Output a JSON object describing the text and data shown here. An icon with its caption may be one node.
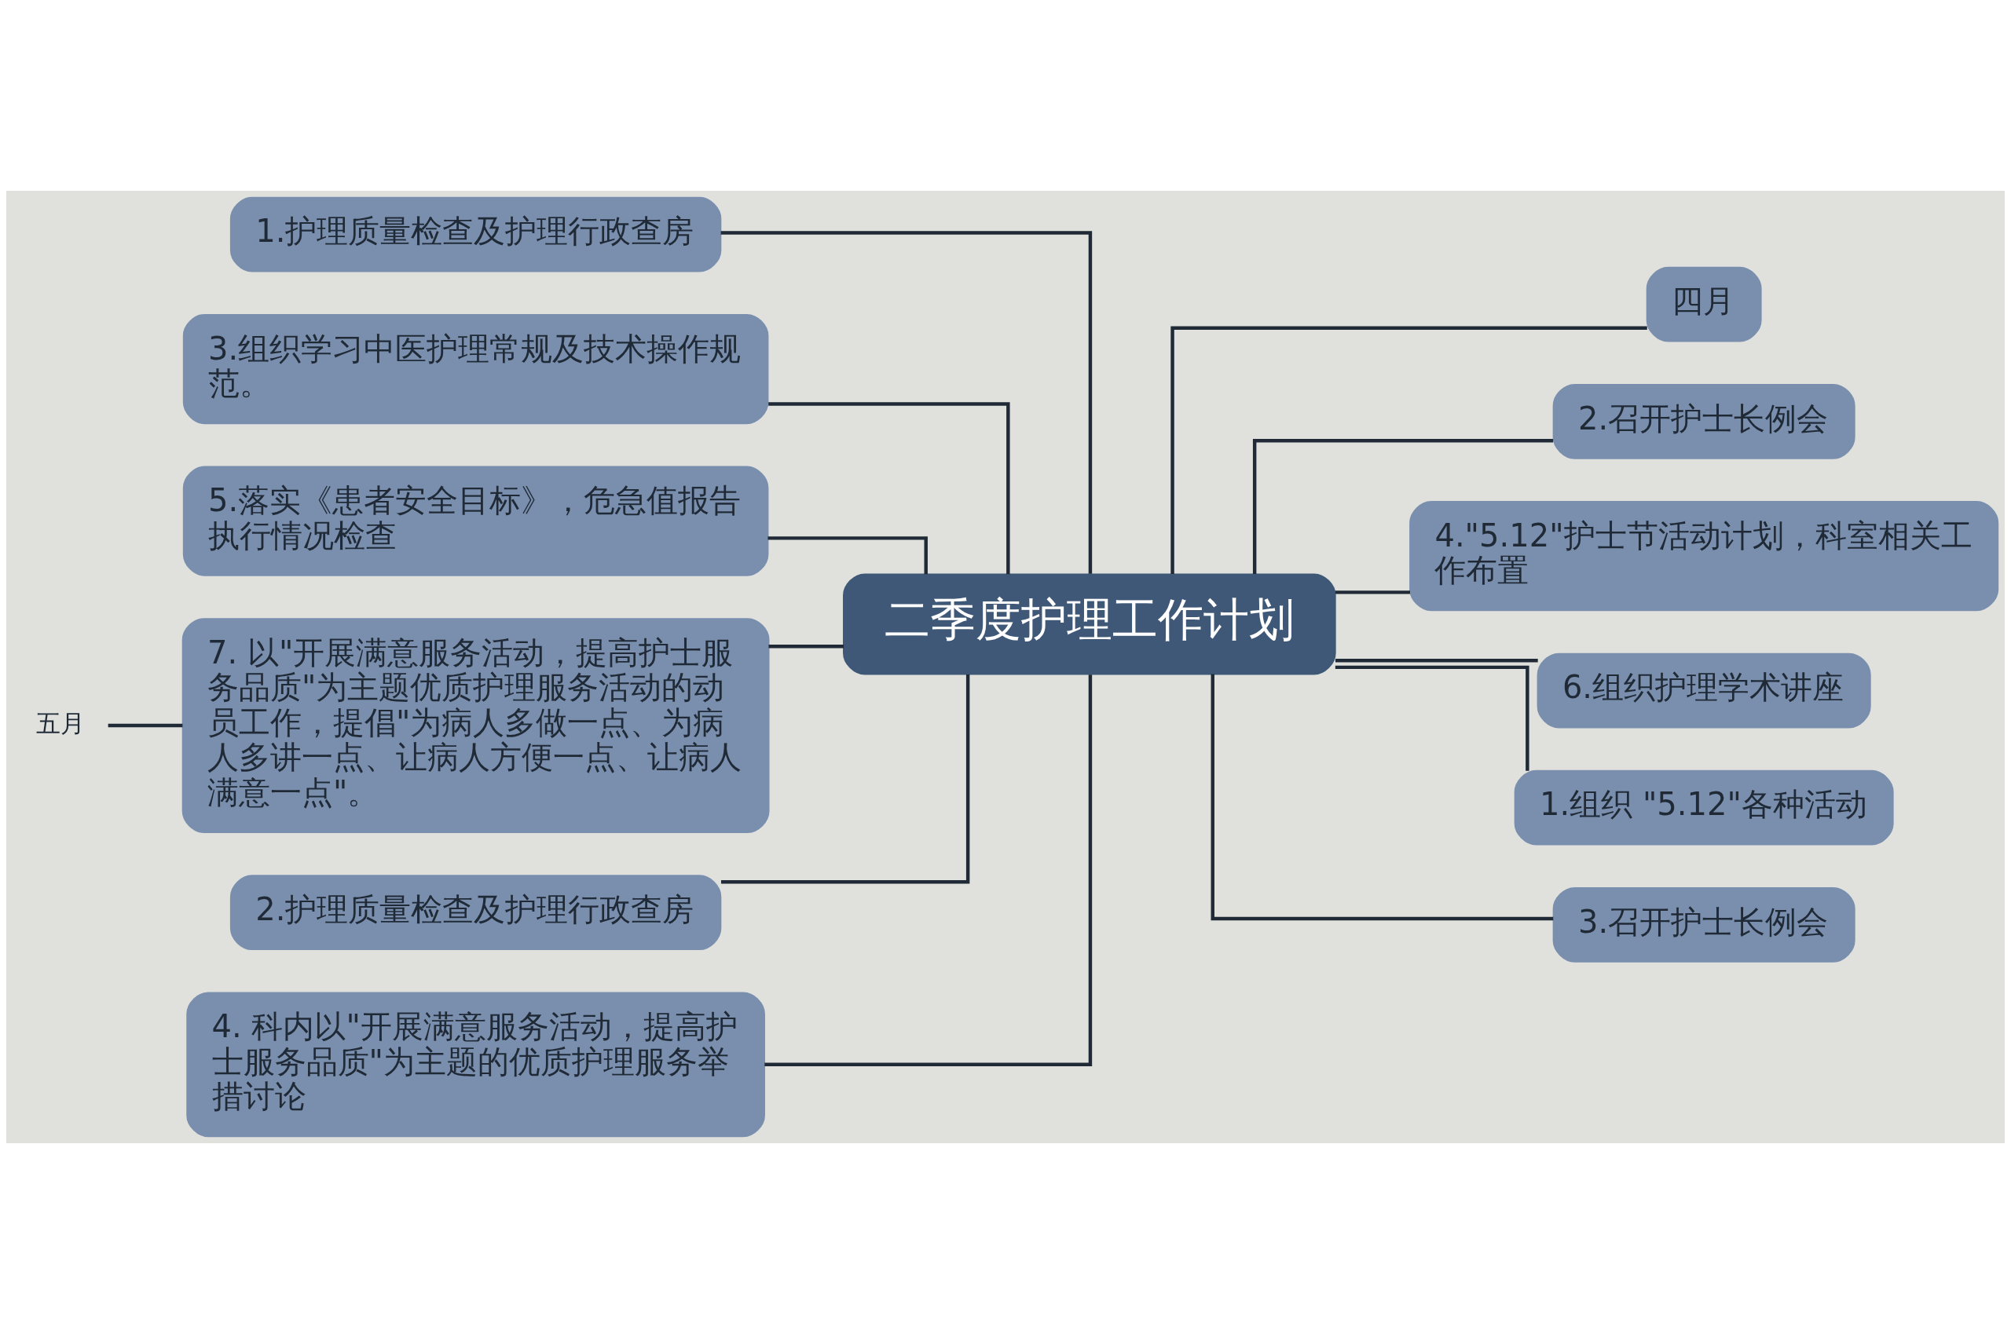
{
  "diagram": {
    "nodes": [
      {
        "text": [
          "二季度护理工作计划"
        ]
      },
      {
        "text": [
          "1.护理质量检查及护理行政查房"
        ]
      },
      {
        "text": [
          "3.组织学习中医护理常规及技术操作规范。"
        ]
      },
      {
        "text": [
          "5.落实《患者安全目标》，危急值报告执行情况检查"
        ]
      },
      {
        "text": [
          "7. 以\"开展满意服务活动，提高护士服务品质\"为主题优质护理服务活动的动员工作，提倡\"为病人多做一点、为病人多讲一点、让病人方便一点、让病人满意一点\"。"
        ]
      },
      {
        "text": [
          "2.护理质量检查及护理行政查房"
        ]
      },
      {
        "text": [
          "4. 科内以\"开展满意服务活动，提高护士服务品质\"为主题的优质护理服务举措讨论"
        ]
      },
      {
        "text": [
          "五月"
        ]
      },
      {
        "text": [
          "四月"
        ]
      },
      {
        "text": [
          "2.召开护士长例会"
        ]
      },
      {
        "text": [
          "4.\"5.12\"护士节活动计划，科室相关工作布置"
        ]
      },
      {
        "text": [
          "6.组织护理学术讲座"
        ]
      },
      {
        "text": [
          "1.组织 \"5.12\"各种活动"
        ]
      },
      {
        "text": [
          "3.召开护士长例会"
        ]
      }
    ],
    "edges": [
      {
        "from": 1,
        "to": 0,
        "arrow": "none"
      },
      {
        "from": 2,
        "to": 0,
        "arrow": "none"
      },
      {
        "from": 3,
        "to": 0,
        "arrow": "none"
      },
      {
        "from": 4,
        "to": 0,
        "arrow": "none"
      },
      {
        "from": 5,
        "to": 0,
        "arrow": "none"
      },
      {
        "from": 6,
        "to": 0,
        "arrow": "none"
      },
      {
        "from": 7,
        "to": 4,
        "arrow": "none"
      },
      {
        "from": 0,
        "to": 8,
        "arrow": "none"
      },
      {
        "from": 0,
        "to": 9,
        "arrow": "none"
      },
      {
        "from": 0,
        "to": 10,
        "arrow": "none"
      },
      {
        "from": 0,
        "to": 11,
        "arrow": "none"
      },
      {
        "from": 0,
        "to": 12,
        "arrow": "none"
      },
      {
        "from": 0,
        "to": 13,
        "arrow": "none"
      }
    ]
  }
}
